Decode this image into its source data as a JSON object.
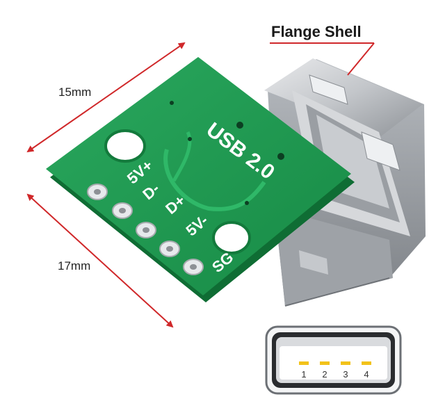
{
  "annotations": {
    "flange_label": "Flange Shell",
    "width_label": "15mm",
    "length_label": "17mm"
  },
  "board": {
    "title": "USB 2.0",
    "pins": [
      "5V+",
      "D-",
      "D+",
      "5V-",
      "SG"
    ]
  },
  "connector_inset": {
    "pin_numbers": [
      "1",
      "2",
      "3",
      "4"
    ]
  },
  "colors": {
    "pcb_green": "#1f9a52",
    "silkscreen": "#ffffff",
    "dimension_red": "#d0282a",
    "metal": "#cfd1d4",
    "gold_pin": "#f2c21a"
  }
}
